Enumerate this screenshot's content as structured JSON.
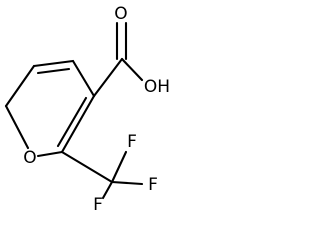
{
  "molecule": {
    "atoms": {
      "carbonyl_oxygen": "O",
      "hydroxyl": "OH",
      "ring_oxygen": "O",
      "fluorine_top": "F",
      "fluorine_right": "F",
      "fluorine_bottom": "F"
    }
  }
}
